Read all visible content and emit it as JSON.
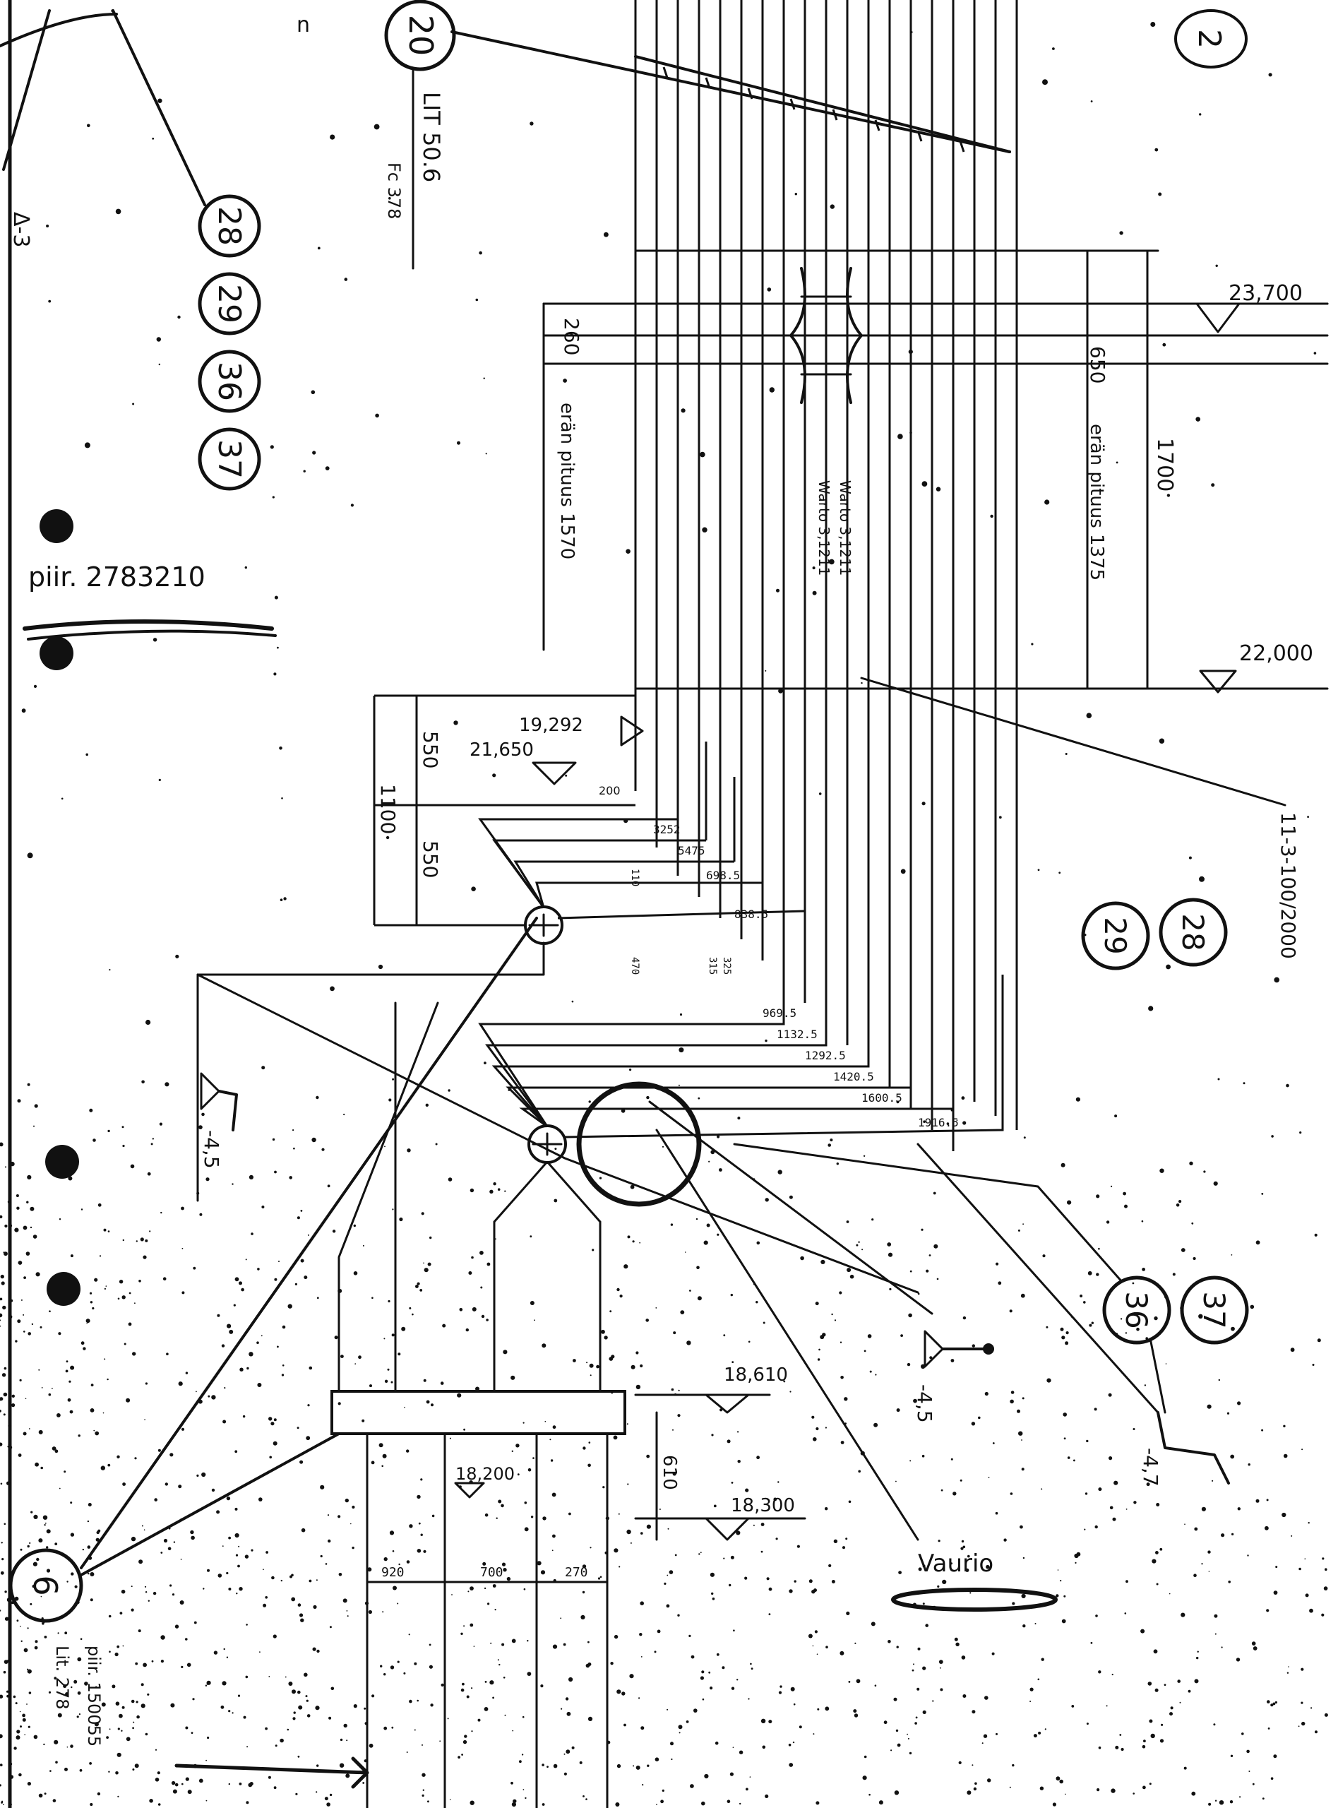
{
  "sheet": {
    "page_number": "2",
    "drawing_ref": "piir. 2783210",
    "reference_bottom": "piir. 150055",
    "reference_bottom_2": "Lit. 278",
    "damage_note": "Vaurio",
    "cable_ref_right": "11-3-100/2000",
    "lit_note": "LIT 50.6",
    "fc_note": "Fc 378",
    "corner_note": "n"
  },
  "bubbles": {
    "top_left": [
      "28",
      "29",
      "36",
      "37"
    ],
    "top_center": "20",
    "right_middle": [
      "28",
      "29"
    ],
    "right_lower": [
      "36",
      "37"
    ],
    "bottom_left": "6"
  },
  "elevations": {
    "e23700": "23,700",
    "e22000": "22,000",
    "e19292": "19,292",
    "e21650": "21,650",
    "e18610": "18,610",
    "e18300": "18,300",
    "e18200": "18,200",
    "m45_left": "-4,5",
    "m45_center": "-4,5",
    "m47_right": "-4,7",
    "delta_top": "Δ-3"
  },
  "dimensions": {
    "d260": "260",
    "d650": "650",
    "d1700": "1700",
    "d550a": "550",
    "d550b": "550",
    "d1100": "1100",
    "d610": "610",
    "d920": "920",
    "d700": "700",
    "d270": "270",
    "d200": "200",
    "run_length_left": "erän pituus 1570",
    "run_length_right": "erän pituus 1375"
  },
  "pipe_labels": {
    "upper": [
      "3252",
      "5475",
      "698.5",
      "838.5"
    ],
    "lower": [
      "969.5",
      "1132.5",
      "1292.5",
      "1420.5",
      "1600.5",
      "1916.5"
    ],
    "small": [
      "315",
      "325",
      "110",
      "470"
    ],
    "vertical": [
      "Warto 3,1211",
      "Warto 3,1211"
    ]
  }
}
